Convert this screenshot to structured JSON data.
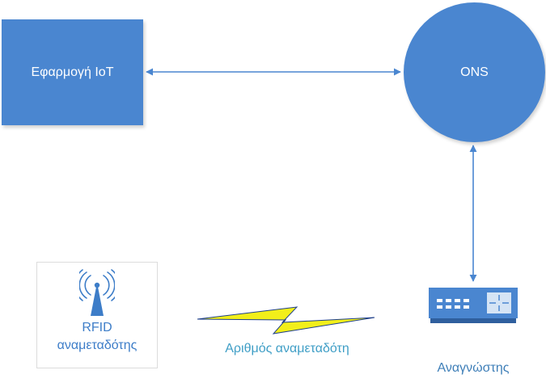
{
  "nodes": {
    "iot_app": "Εφαρμογή IoT",
    "ons": "ONS",
    "rfid_line1": "RFID",
    "rfid_line2": "αναμεταδότης",
    "reader": "Αναγνώστης"
  },
  "signal_label": "Αριθμός αναμεταδότη",
  "icons": {
    "rfid": "rfid-tag-antenna-icon",
    "reader": "rfid-reader-device-icon",
    "signal": "lightning-bolt-icon"
  },
  "colors": {
    "node_fill": "#4a86d0",
    "edge": "#4a86d0",
    "signal_bolt": "#f2ef1a",
    "label_text": "#3d7dc8"
  }
}
